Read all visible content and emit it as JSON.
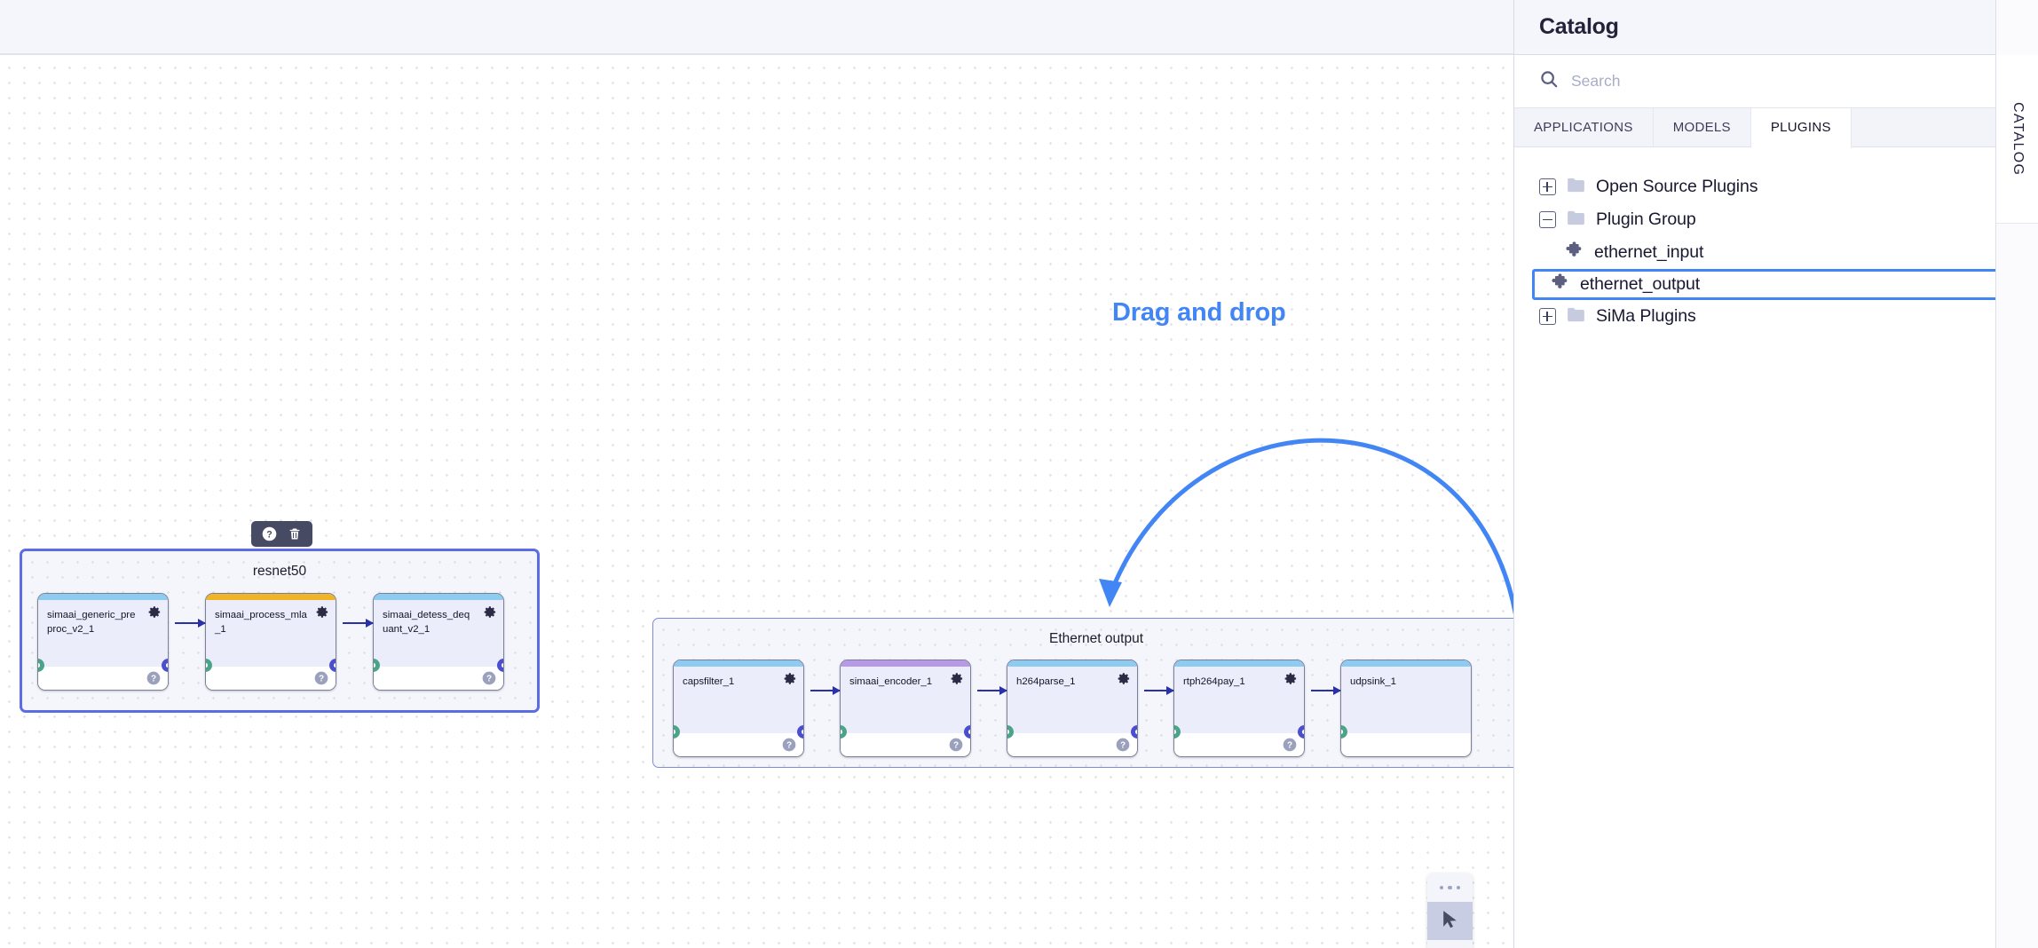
{
  "canvas": {
    "hint_text": "Drag and drop",
    "hint_color": "#4285f4",
    "group_toolbar": {
      "help_icon": "question-circle-icon",
      "delete_icon": "trash-icon"
    },
    "groups": [
      {
        "id": "resnet50",
        "title": "resnet50",
        "selected": true,
        "border_color": "#5b6ce4",
        "nodes": [
          {
            "label": "simaai_generic_preproc_v2_1",
            "bar_color": "#8ecbf0",
            "has_input": true,
            "has_output": true
          },
          {
            "label": "simaai_process_mla_1",
            "bar_color": "#f0b429",
            "has_input": true,
            "has_output": true
          },
          {
            "label": "simaai_detess_dequant_v2_1",
            "bar_color": "#8ecbf0",
            "has_input": true,
            "has_output": true
          }
        ]
      },
      {
        "id": "ethernet-output",
        "title": "Ethernet output",
        "selected": false,
        "border_color": "#7c8bd8",
        "nodes": [
          {
            "label": "capsfilter_1",
            "bar_color": "#8ecbf0",
            "has_input": true,
            "has_output": true
          },
          {
            "label": "simaai_encoder_1",
            "bar_color": "#b69ae8",
            "has_input": true,
            "has_output": true
          },
          {
            "label": "h264parse_1",
            "bar_color": "#8ecbf0",
            "has_input": true,
            "has_output": true
          },
          {
            "label": "rtph264pay_1",
            "bar_color": "#8ecbf0",
            "has_input": true,
            "has_output": true
          },
          {
            "label": "udpsink_1",
            "bar_color": "#8ecbf0",
            "has_input": true,
            "has_output": false
          }
        ]
      }
    ],
    "port_in_color": "#4aa588",
    "port_out_color": "#4a4fd0",
    "edge_color": "#2a31a8"
  },
  "tool_dock": {
    "drag_handle": "drag-dots-handle",
    "buttons": [
      {
        "name": "select-tool",
        "icon": "cursor-arrow-icon",
        "active": true
      },
      {
        "name": "connect-tool",
        "icon": "edge-route-icon",
        "active": false
      }
    ]
  },
  "catalog": {
    "title": "Catalog",
    "collapse_icon": "collapse-panel-icon",
    "search": {
      "placeholder": "Search",
      "value": "",
      "icon": "search-icon"
    },
    "tabs": [
      {
        "label": "APPLICATIONS",
        "active": false
      },
      {
        "label": "MODELS",
        "active": false
      },
      {
        "label": "PLUGINS",
        "active": true
      }
    ],
    "tree": [
      {
        "label": "Open Source Plugins",
        "type": "folder",
        "expander": "plus",
        "icon": "folder-icon"
      },
      {
        "label": "Plugin Group",
        "type": "folder",
        "expander": "minus",
        "icon": "folder-icon"
      },
      {
        "label": "ethernet_input",
        "type": "plugin",
        "icon": "puzzle-piece-icon",
        "highlighted": false
      },
      {
        "label": "ethernet_output",
        "type": "plugin",
        "icon": "puzzle-piece-icon",
        "highlighted": true
      },
      {
        "label": "SiMa Plugins",
        "type": "folder",
        "expander": "plus",
        "icon": "folder-icon"
      }
    ],
    "side_tab_label": "CATALOG",
    "highlight_color": "#4285f4"
  }
}
